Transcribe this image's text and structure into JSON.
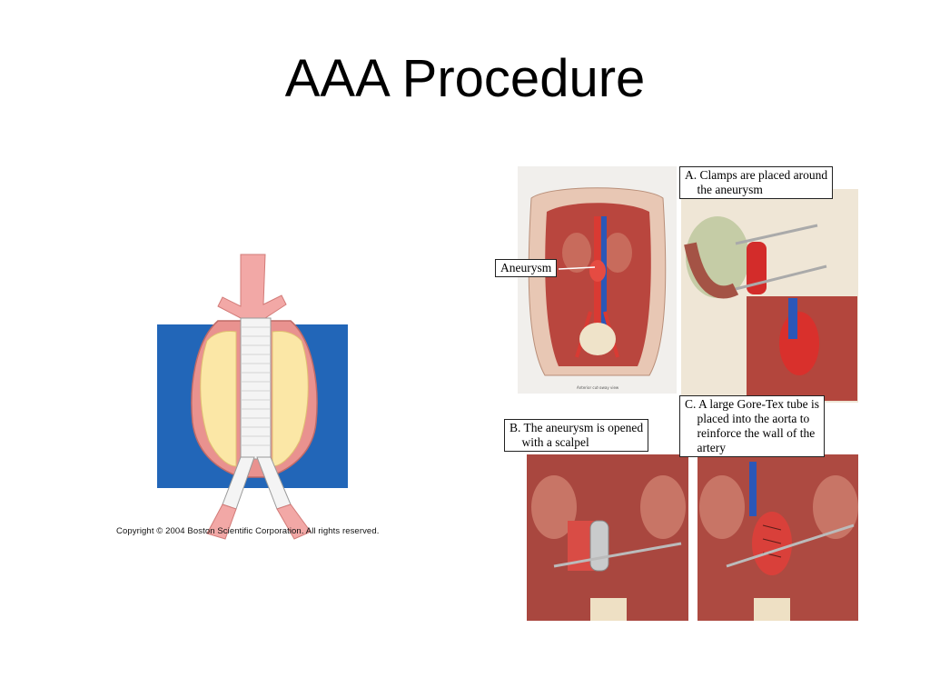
{
  "slide": {
    "title": "AAA Procedure"
  },
  "left_figure": {
    "copyright": "Copyright © 2004 Boston Scientific Corporation. All rights reserved."
  },
  "right_figure": {
    "callouts": {
      "aneurysm": "Aneurysm",
      "step_a": "A. Clamps are placed around\n    the aneurysm",
      "step_b": "B. The aneurysm is opened\n    with a scalpel",
      "step_c": "C. A large Gore-Tex tube is\n    placed into the aorta to\n    reinforce the wall of the\n    artery"
    },
    "anatomy_caption": "Anterior cut-away view"
  },
  "colors": {
    "stent_background": "#2266b8",
    "vessel_pink": "#f2a8a6",
    "aneurysm_fat": "#fbe7a6",
    "muscle_red": "#b9463e",
    "vein_blue": "#2b57b8"
  }
}
